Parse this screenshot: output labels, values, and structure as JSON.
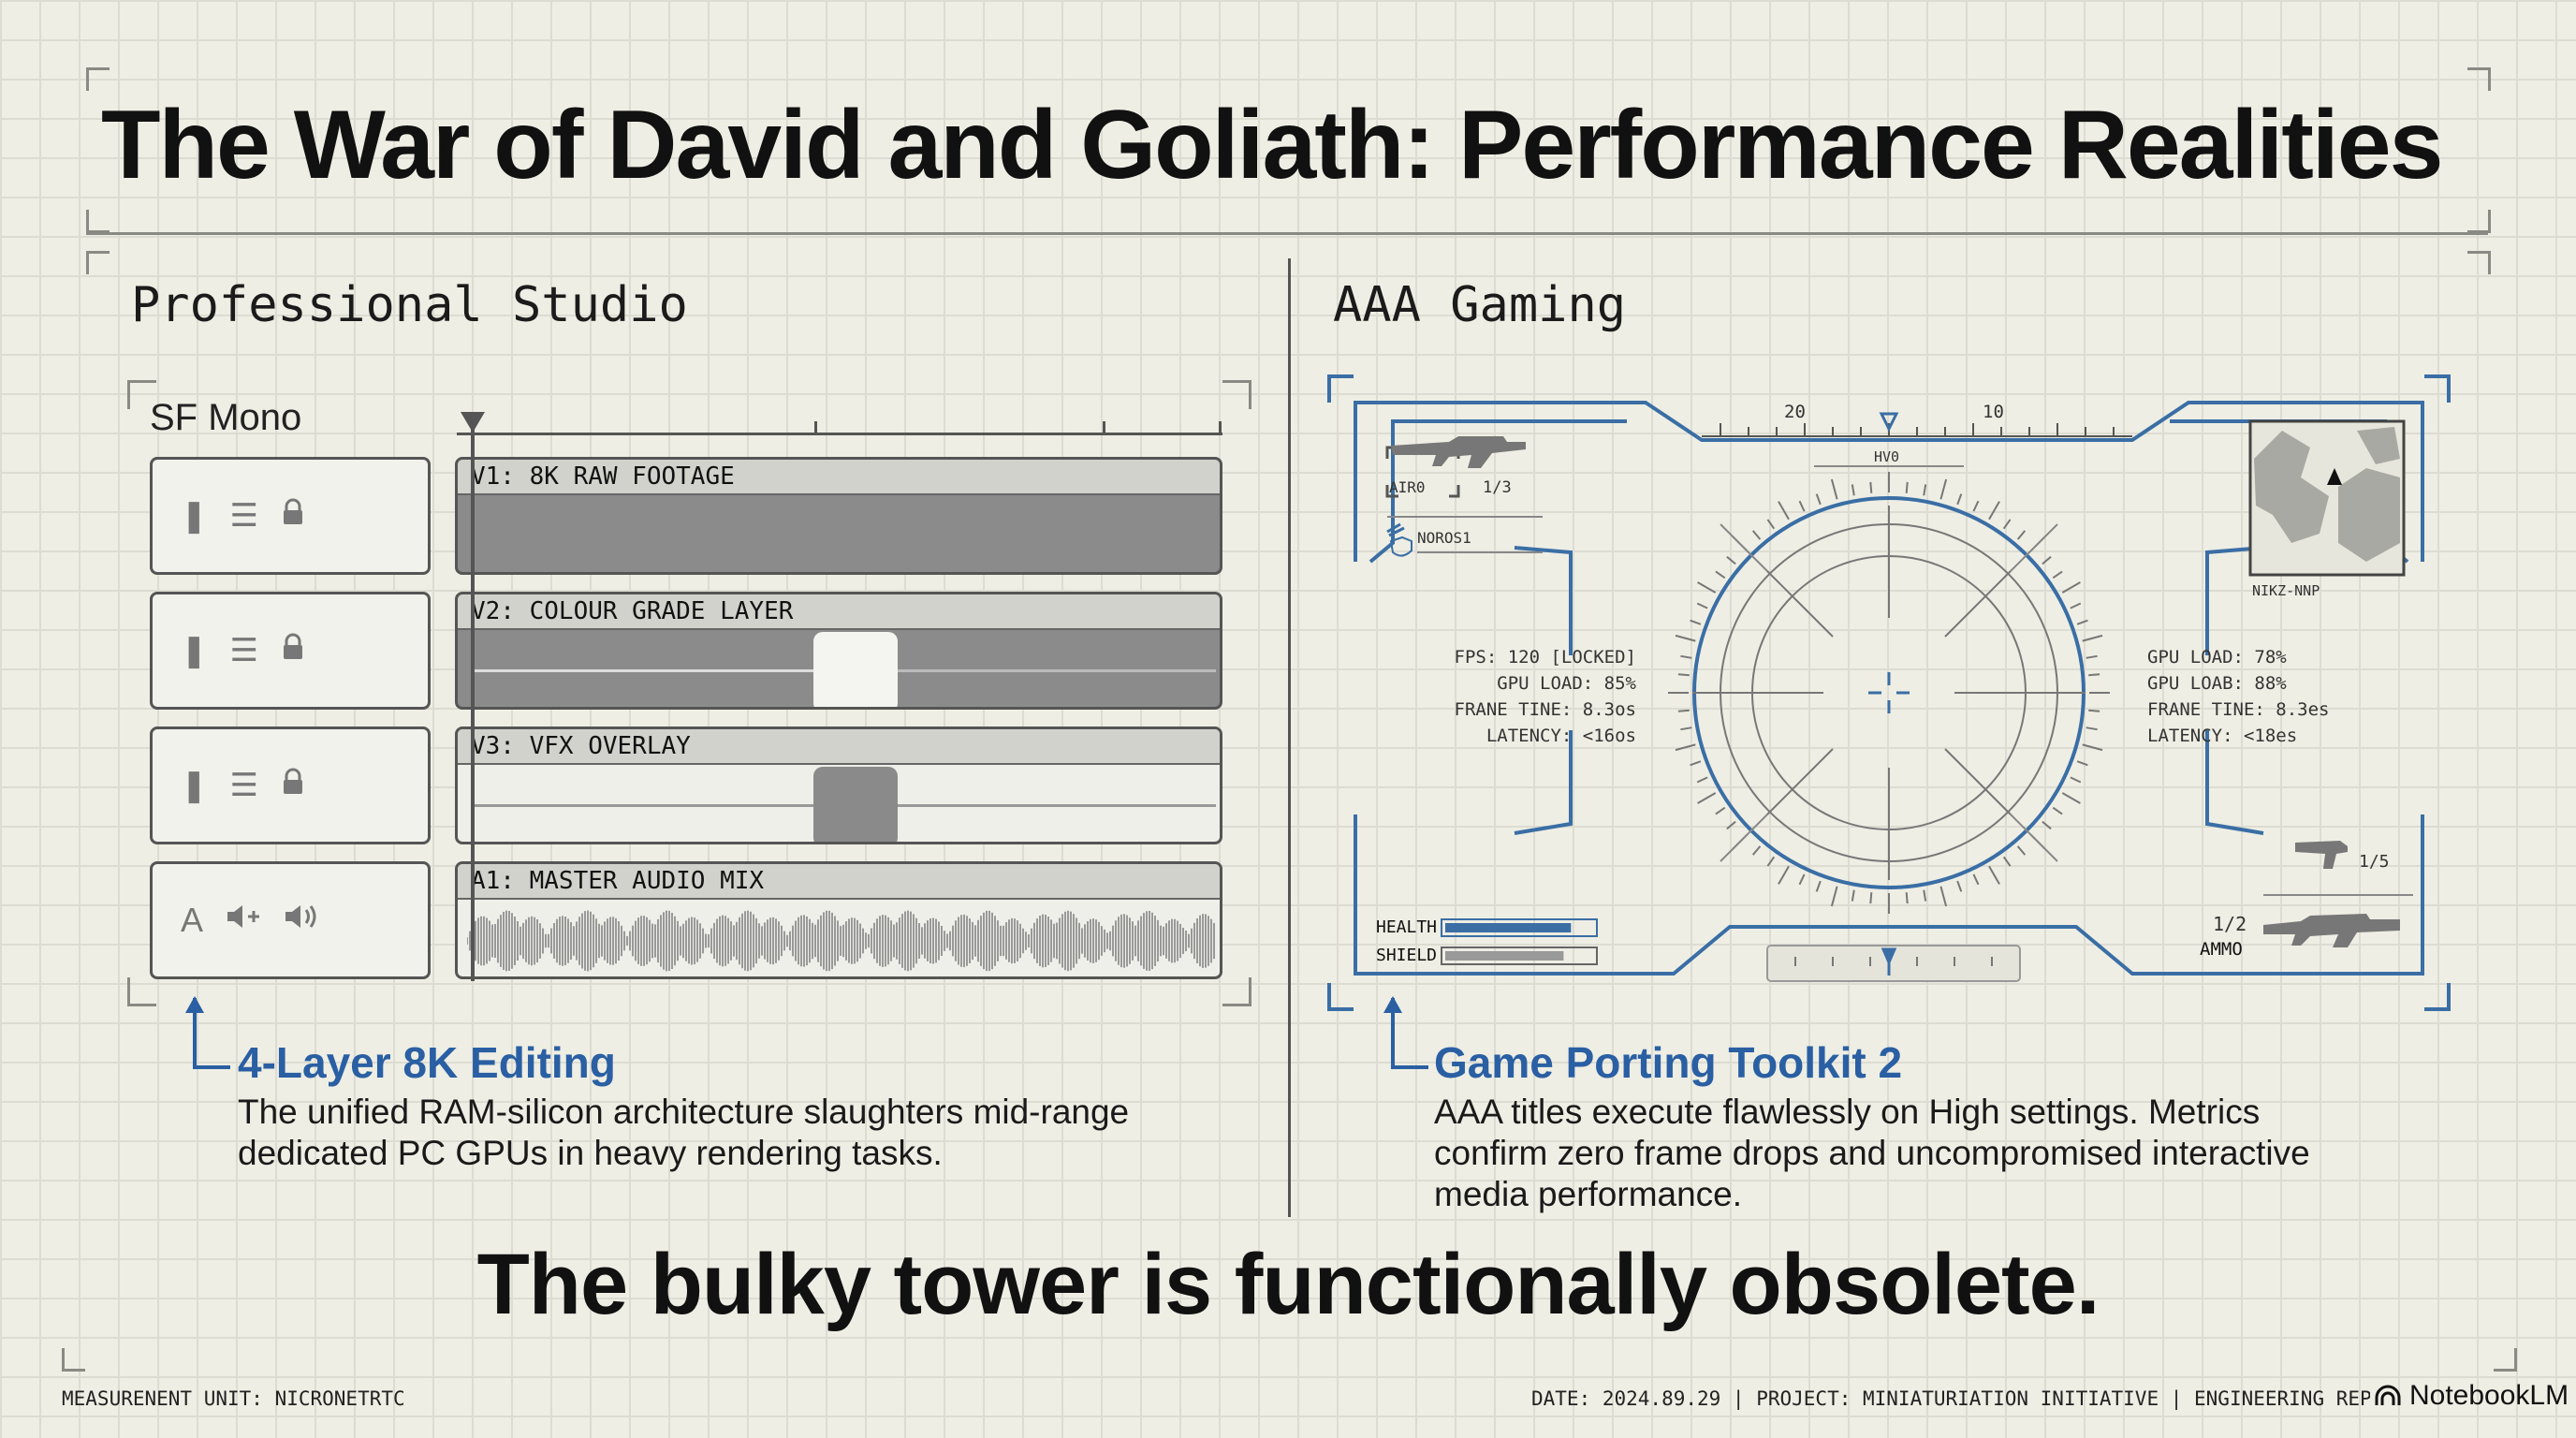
{
  "title": "The War of David and Goliath: Performance Realities",
  "left_panel": {
    "title": "Professional Studio",
    "editor_label": "SF Mono",
    "tracks": [
      {
        "label": "V1: 8K RAW FOOTAGE",
        "icons": [
          "pause-icon",
          "menu-icon",
          "lock-icon"
        ]
      },
      {
        "label": "V2: COLOUR GRADE LAYER",
        "icons": [
          "pause-icon",
          "menu-icon",
          "lock-icon"
        ]
      },
      {
        "label": "V3: VFX OVERLAY",
        "icons": [
          "pause-icon",
          "menu-icon",
          "lock-icon"
        ]
      },
      {
        "label": "A1: MASTER AUDIO MIX",
        "icons": [
          "font-a-icon",
          "volume-add-icon",
          "volume-icon"
        ],
        "ctrl_text": "A"
      }
    ],
    "feature_title": "4-Layer 8K Editing",
    "feature_desc": "The unified RAM-silicon architecture slaughters mid-range dedicated PC GPUs in heavy rendering tasks."
  },
  "right_panel": {
    "title": "AAA Gaming",
    "hud": {
      "weapon_top_label": "AIR0",
      "weapon_top_ammo": "1/3",
      "player_tag": "NOROS1",
      "compass_left": "20",
      "compass_right": "10",
      "compass_label": "HV0",
      "minimap_label": "NIKZ-NNP",
      "stats_left": [
        "FPS: 120 [LOCKED]",
        "GPU LOAD: 85%",
        "FRANE TINE: 8.3os",
        "LATENCY: <16os"
      ],
      "stats_right": [
        "GPU LOAD: 78%",
        "GPU LOAB: 88%",
        "FRANE TINE: 8.3es",
        "LATENCY: <18es"
      ],
      "pistol_ammo": "1/5",
      "rifle_ammo": "1/2",
      "ammo_label": "AMMO",
      "health_label": "HEALTH",
      "shield_label": "SHIELD",
      "health_level": 0.85,
      "shield_level": 0.8,
      "accent": "#3a6ea5"
    },
    "feature_title": "Game Porting Toolkit 2",
    "feature_desc": "AAA titles execute flawlessly on High settings. Metrics confirm zero frame drops and uncompromised interactive media performance."
  },
  "conclusion": "The bulky tower is functionally obsolete.",
  "footer": {
    "left": "MEASURENENT UNIT: NICRONETRTC",
    "right": "DATE: 2024.89.29 | PROJECT: MINIATURIATION INITIATIVE | ENGINEERING REPORT",
    "brand": "NotebookLM"
  }
}
